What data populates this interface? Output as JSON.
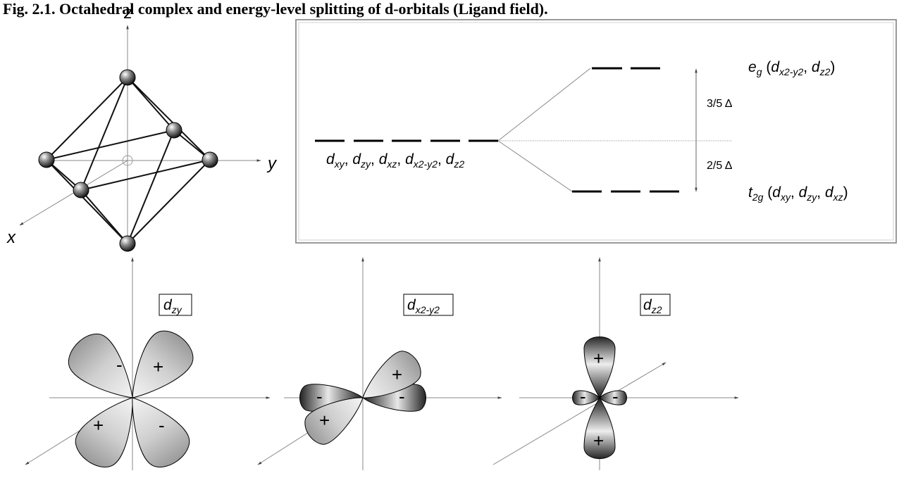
{
  "caption": "Fig. 2.1. Octahedral complex and energy-level splitting of d-orbitals (Ligand field).",
  "octahedron": {
    "axis_z": "z",
    "axis_y": "y",
    "axis_x": "x"
  },
  "splitting": {
    "degenerate_label": {
      "orbitals": [
        {
          "base": "d",
          "sub": "xy"
        },
        {
          "base": "d",
          "sub": "zy"
        },
        {
          "base": "d",
          "sub": "xz"
        },
        {
          "base": "d",
          "sub": "x2-y2"
        },
        {
          "base": "d",
          "sub": "z2"
        }
      ]
    },
    "eg": {
      "base": "e",
      "sub": "g",
      "open": " (",
      "o1_base": "d",
      "o1_sub": "x2-y2",
      "sep": ", ",
      "o2_base": "d",
      "o2_sub": "z2",
      "close": ")"
    },
    "t2g": {
      "base": "t",
      "sub": "2g",
      "open": " (",
      "o1_base": "d",
      "o1_sub": "xy",
      "sep1": ", ",
      "o2_base": "d",
      "o2_sub": "zy",
      "sep2": ", ",
      "o3_base": "d",
      "o3_sub": "xz",
      "close": ")"
    },
    "upper_gap": "3/5 Δ",
    "lower_gap": "2/5 Δ"
  },
  "orbitals": [
    {
      "label_base": "d",
      "label_sub": "zy",
      "signs": [
        "-",
        "+",
        "+",
        "-"
      ]
    },
    {
      "label_base": "d",
      "label_sub": "x2-y2",
      "signs": [
        "+",
        "-",
        "-",
        "+"
      ]
    },
    {
      "label_base": "d",
      "label_sub": "z2",
      "signs": [
        "+",
        "-",
        "-",
        "+"
      ]
    }
  ]
}
